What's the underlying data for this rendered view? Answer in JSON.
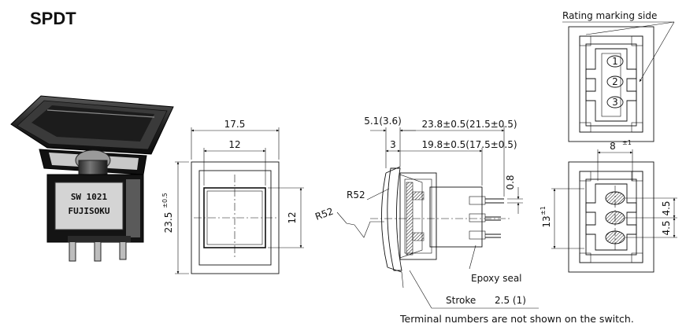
{
  "title": "SPDT",
  "photo": {
    "model": "SW 1021",
    "brand": "FUJISOKU"
  },
  "front_view": {
    "dim_outer_width": "17.5",
    "dim_inner_width": "12",
    "dim_outer_height": "23.5",
    "dim_outer_height_tol": "±0.5",
    "dim_inner_height": "12"
  },
  "side_view": {
    "dim_a": "5.1(3.6)",
    "dim_b": "23.8±0.5(21.5±0.5)",
    "dim_c": "3",
    "dim_d": "19.8±0.5(17.5±0.5)",
    "dim_e": "0.8",
    "radius_1": "R52",
    "radius_2": "R52",
    "epoxy_label": "Epoxy seal",
    "stroke_label": "Stroke",
    "stroke_value": "2.5 (1)"
  },
  "top_view": {
    "rating_label": "Rating marking side",
    "terminals": [
      "1",
      "2",
      "3"
    ]
  },
  "bottom_view": {
    "dim_width": "8",
    "dim_width_tol": "±1",
    "dim_height": "13",
    "dim_height_tol": "±1",
    "pitch_1": "4.5",
    "pitch_2": "4.5"
  },
  "footnote": "Terminal numbers are not shown on the switch."
}
